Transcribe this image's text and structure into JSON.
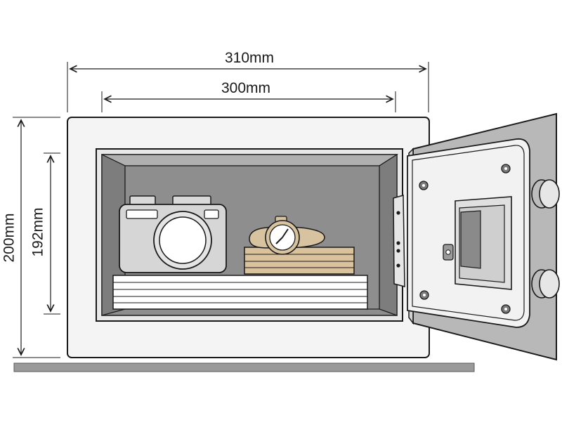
{
  "dimensions": {
    "outer_width": "310mm",
    "inner_width": "300mm",
    "outer_height": "200mm",
    "inner_height": "192mm"
  },
  "colors": {
    "outline": "#1a1a1a",
    "body": "#f4f4f4",
    "interior": "#8e8e8e",
    "interior_dark": "#6f6f6f",
    "door_frame": "#b8b8b8",
    "door_panel": "#f2f2f2",
    "watch_gold": "#d8c3a0",
    "box_wood": "#d9c29c",
    "base": "#9a9a9a"
  },
  "icons": {
    "camera": "camera-icon",
    "watch": "watch-icon",
    "keypad": "keypad-icon"
  }
}
